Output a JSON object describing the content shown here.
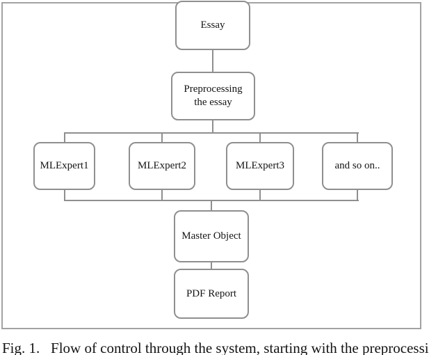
{
  "figure": {
    "caption": "Fig. 1.   Flow of control through the system, starting with the preprocessi",
    "nodes": {
      "essay": "Essay",
      "preprocessing": "Preprocessing the essay",
      "expert1": "MLExpert1",
      "expert2": "MLExpert2",
      "expert3": "MLExpert3",
      "and_so_on": "and so on..",
      "master": "Master Object",
      "pdf_report": "PDF Report"
    },
    "colors": {
      "frame_border": "#a2a2a2",
      "node_border": "#8f8f8f",
      "connector": "#8f8f8f",
      "text": "#141414",
      "background": "#ffffff"
    }
  }
}
